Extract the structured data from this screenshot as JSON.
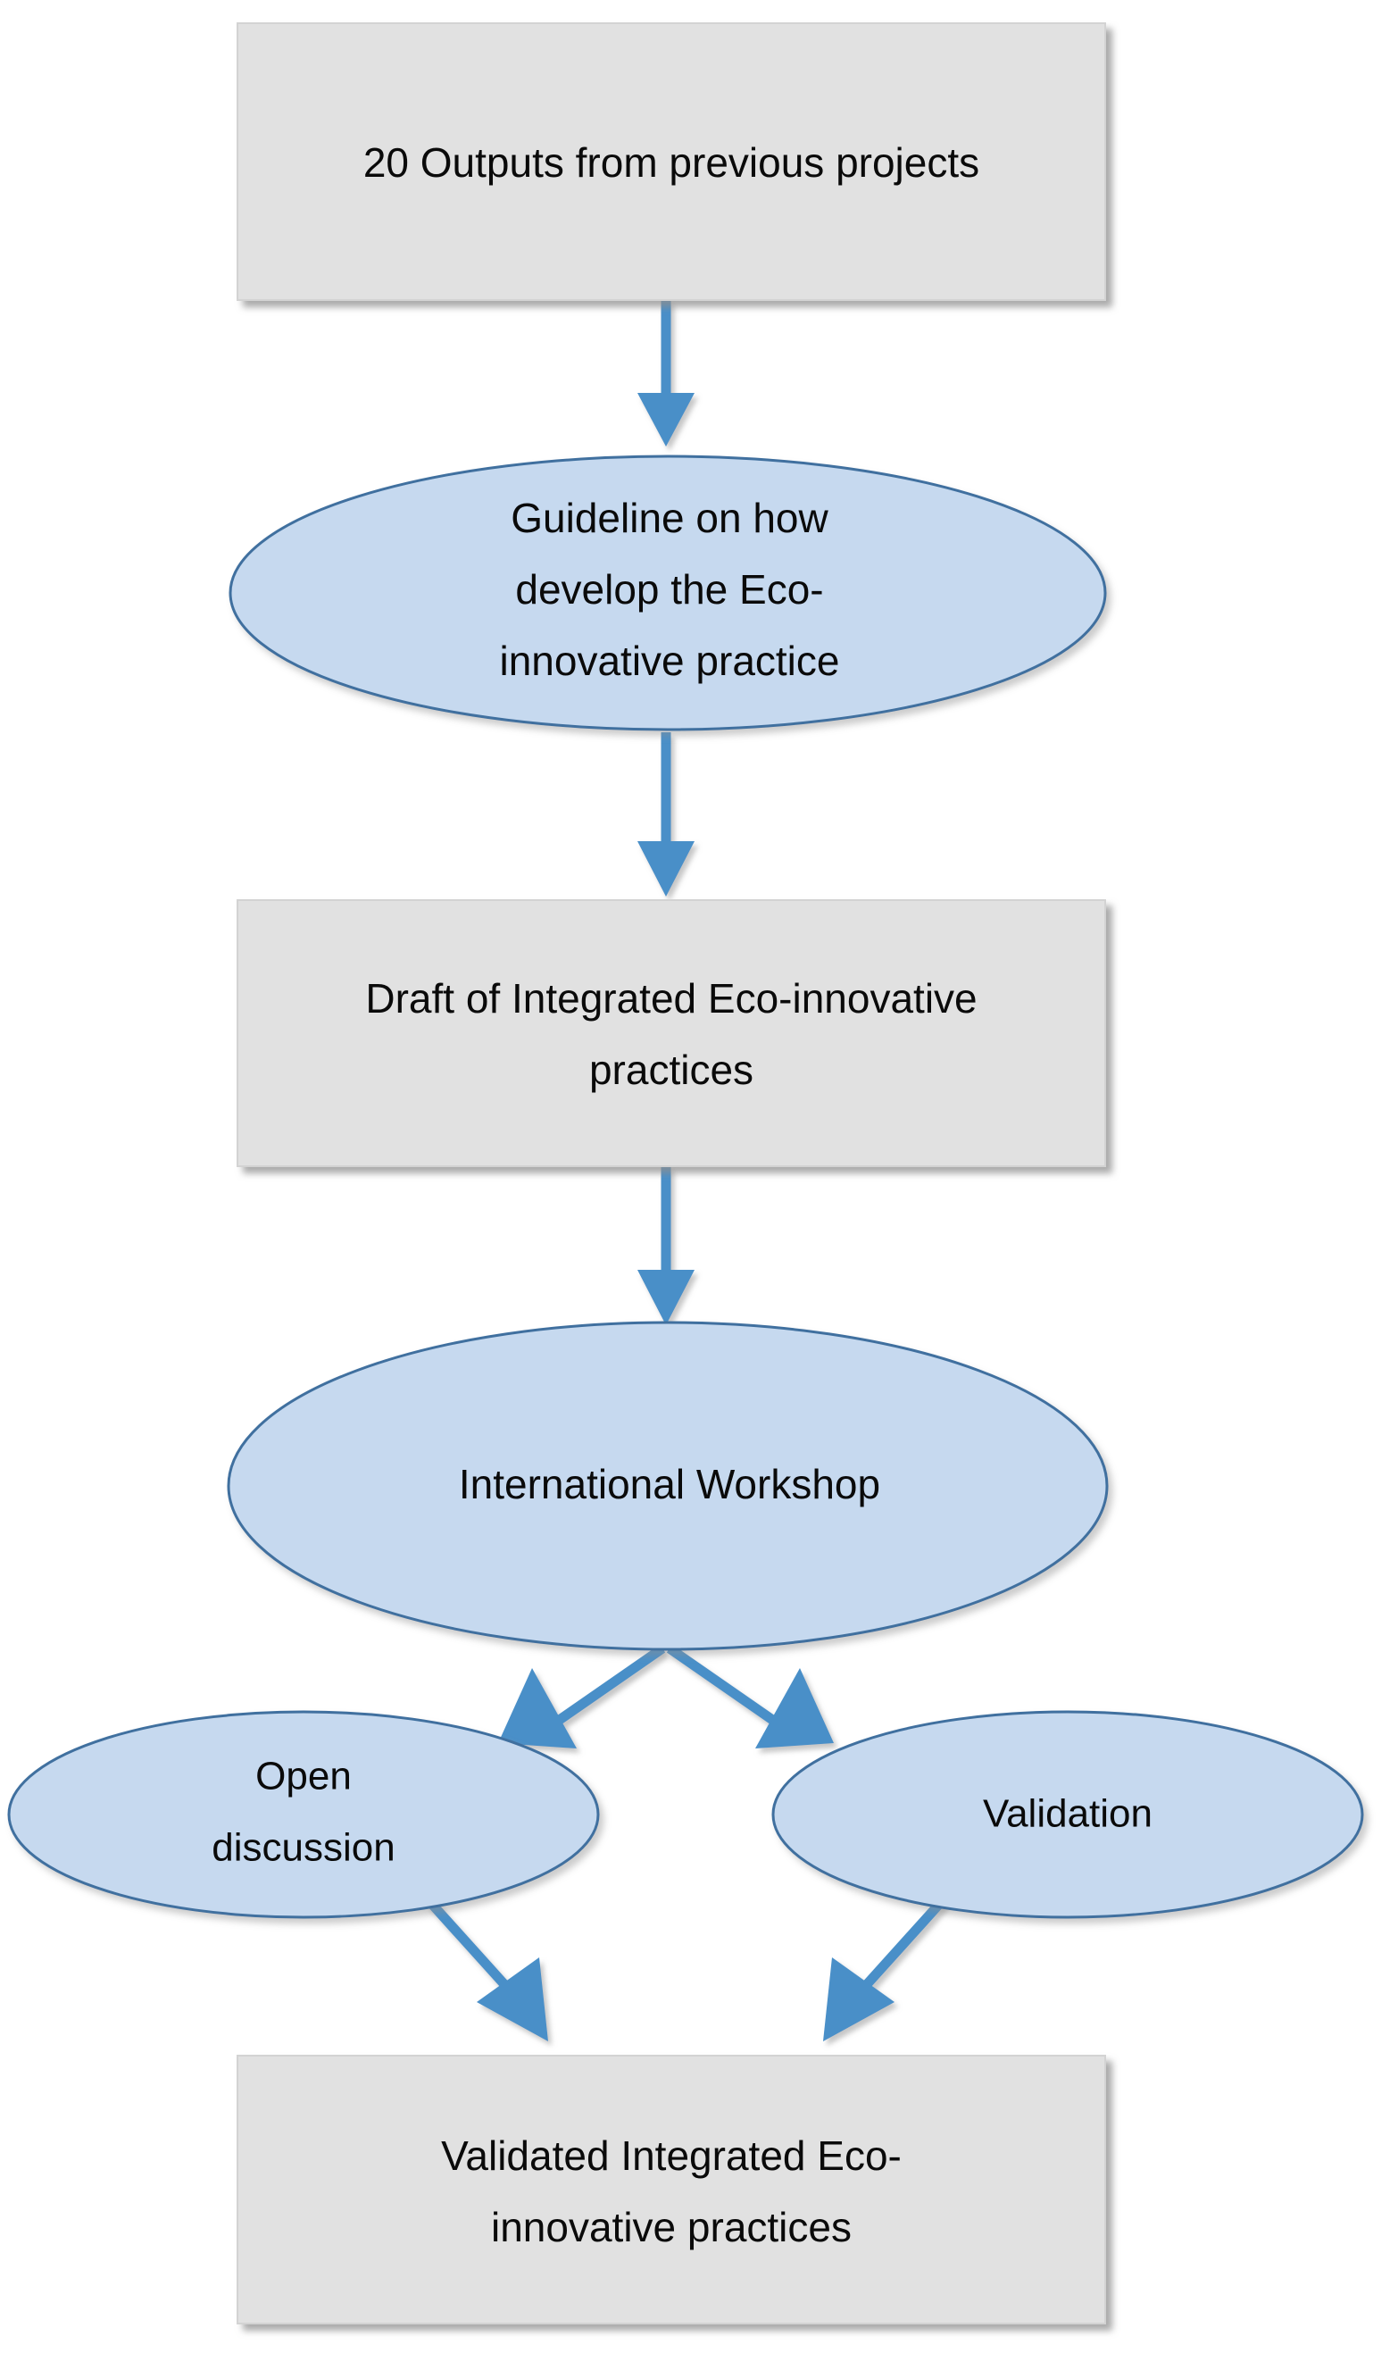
{
  "diagram": {
    "title": "Eco-innovative practices development flow",
    "background_color": "#ffffff",
    "palette": {
      "process_fill": "#e1e1e1",
      "process_stroke": "#d3d3d3",
      "process_shadow": "#9a9a9a",
      "ellipse_fill": "#c6d9ef",
      "ellipse_stroke": "#3f6f9f",
      "arrow_color": "#4a8fc8",
      "text_color": "#0a0a0a"
    },
    "nodes": [
      {
        "id": "outputs",
        "shape": "rectangle",
        "lines": [
          "20 Outputs from previous projects"
        ]
      },
      {
        "id": "guideline",
        "shape": "ellipse",
        "lines": [
          "Guideline on how",
          "develop the Eco-",
          "innovative practice"
        ]
      },
      {
        "id": "draft",
        "shape": "rectangle",
        "lines": [
          "Draft of Integrated Eco-innovative",
          "practices"
        ]
      },
      {
        "id": "workshop",
        "shape": "ellipse",
        "lines": [
          "International Workshop"
        ]
      },
      {
        "id": "open-discussion",
        "shape": "ellipse",
        "lines": [
          "Open",
          "discussion"
        ]
      },
      {
        "id": "validation",
        "shape": "ellipse",
        "lines": [
          "Validation"
        ]
      },
      {
        "id": "validated",
        "shape": "rectangle",
        "lines": [
          "Validated Integrated Eco-",
          "innovative practices"
        ]
      }
    ],
    "edges": [
      {
        "id": "e1",
        "from": "outputs",
        "to": "guideline",
        "style": "arrow-down"
      },
      {
        "id": "e2",
        "from": "guideline",
        "to": "draft",
        "style": "arrow-down"
      },
      {
        "id": "e3",
        "from": "draft",
        "to": "workshop",
        "style": "arrow-down"
      },
      {
        "id": "e4",
        "from": "workshop",
        "to": "open-discussion",
        "style": "arrow-diagonal-left"
      },
      {
        "id": "e5",
        "from": "workshop",
        "to": "validation",
        "style": "arrow-diagonal-right"
      },
      {
        "id": "e6",
        "from": "open-discussion",
        "to": "validated",
        "style": "arrow-diagonal-right"
      },
      {
        "id": "e7",
        "from": "validation",
        "to": "validated",
        "style": "arrow-diagonal-left"
      }
    ],
    "text": {
      "outputs_l1": "20 Outputs from previous projects",
      "guideline_l1": "Guideline on how",
      "guideline_l2": "develop the Eco-",
      "guideline_l3": "innovative practice",
      "draft_l1": "Draft of Integrated Eco-innovative",
      "draft_l2": "practices",
      "workshop_l1": "International Workshop",
      "open_l1": "Open",
      "open_l2": "discussion",
      "validation_l1": "Validation",
      "validated_l1": "Validated Integrated Eco-",
      "validated_l2": "innovative practices"
    }
  }
}
